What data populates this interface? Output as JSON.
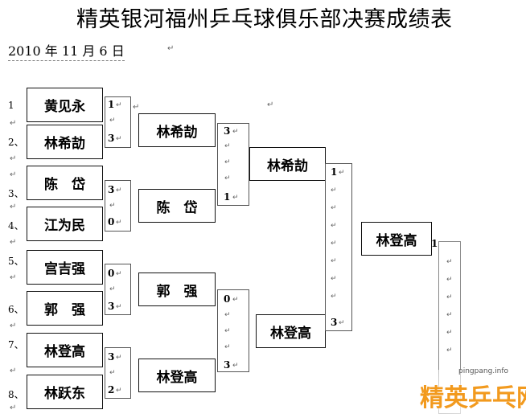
{
  "title": "精英银河福州乒乓球俱乐部决赛成绩表",
  "date": "2010 年 11 月 6 日",
  "seeds": [
    "1",
    "2、",
    "3、",
    "4、",
    "5、",
    "6、",
    "7、",
    "8、"
  ],
  "round1": {
    "players": [
      "黄见永",
      "林希劼",
      "陈　岱",
      "江为民",
      "宫吉强",
      "郭　强",
      "林登高",
      "林跃东"
    ],
    "scores": [
      {
        "top": "1",
        "bottom": "3"
      },
      {
        "top": "3",
        "bottom": "0"
      },
      {
        "top": "0",
        "bottom": "3"
      },
      {
        "top": "3",
        "bottom": "2"
      }
    ]
  },
  "round2": {
    "players": [
      "林希劼",
      "陈　岱",
      "郭　强",
      "林登高"
    ],
    "scores": [
      {
        "top": "3",
        "bottom": "1"
      },
      {
        "top": "0",
        "bottom": "3"
      }
    ]
  },
  "round3": {
    "players": [
      "林希劼",
      "林登高"
    ],
    "scores": [
      {
        "top": "1",
        "bottom": "3"
      }
    ]
  },
  "final": {
    "winner": "林登高",
    "score": "1"
  },
  "mark_symbol": "↵",
  "watermark": {
    "url": "pingpang.info",
    "logo_text": "精英乒乓网"
  }
}
